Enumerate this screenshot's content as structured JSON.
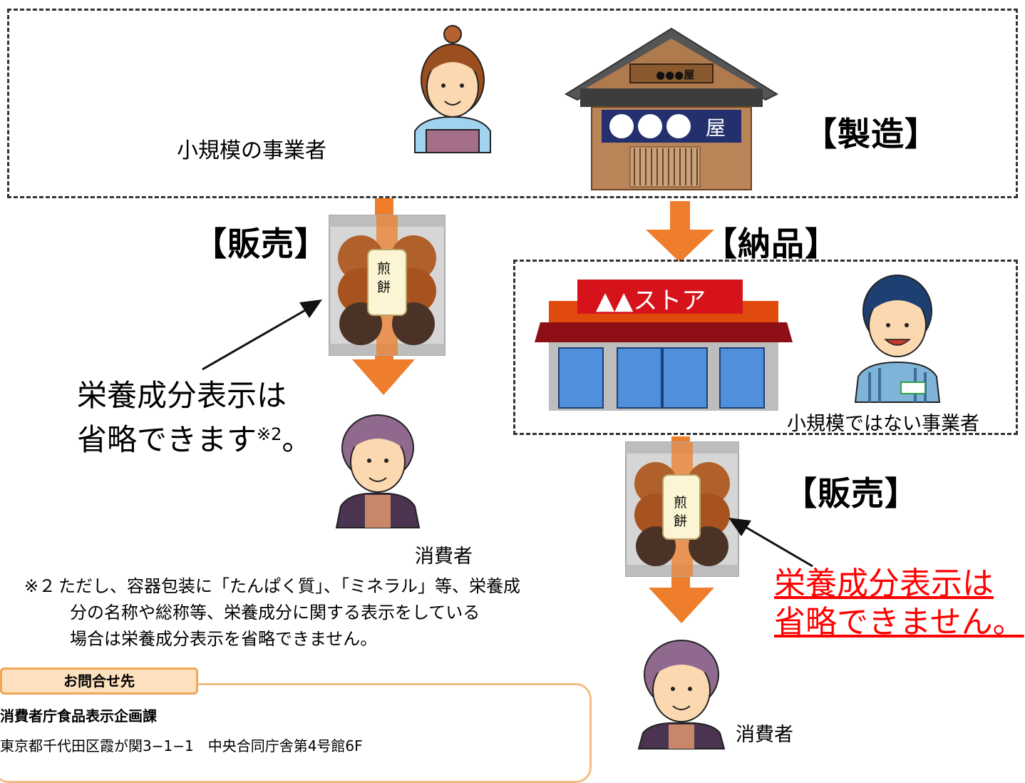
{
  "producer": {
    "label": "小規模の事業者",
    "stage": "【製造】",
    "shop_sign_small": "●●●屋",
    "shop_sign_big_char": "屋"
  },
  "left_flow": {
    "stage": "【販売】",
    "note_line1": "栄養成分表示は",
    "note_line2": "省略できます",
    "note_mark": "※2",
    "note_end": "。",
    "consumer": "消費者"
  },
  "delivery": {
    "stage": "【納品】"
  },
  "store": {
    "sign": "▲▲ストア",
    "label": "小規模ではない事業者"
  },
  "right_flow": {
    "stage": "【販売】",
    "note_line1": "栄養成分表示は",
    "note_line2": "省略できません。",
    "consumer": "消費者"
  },
  "product": {
    "label": "煎餅"
  },
  "footnote": {
    "mark": "※２",
    "line1": "ただし、容器包装に「たんぱく質」、「ミネラル」等、栄養成",
    "line2": "分の名称や総称等、栄養成分に関する表示をしている",
    "line3": "場合は栄養成分表示を省略できません。"
  },
  "contact": {
    "tab": "お問合せ先",
    "org": "消費者庁食品表示企画課",
    "address": "東京都千代田区霞が関3−1−1　中央合同庁舎第4号館6F"
  },
  "colors": {
    "arrow": "#ee7d2c",
    "note_red": "#ff0000",
    "store_roof": "#e04a0d",
    "store_sign": "#d6131a",
    "window_blue": "#4f8fdc"
  }
}
